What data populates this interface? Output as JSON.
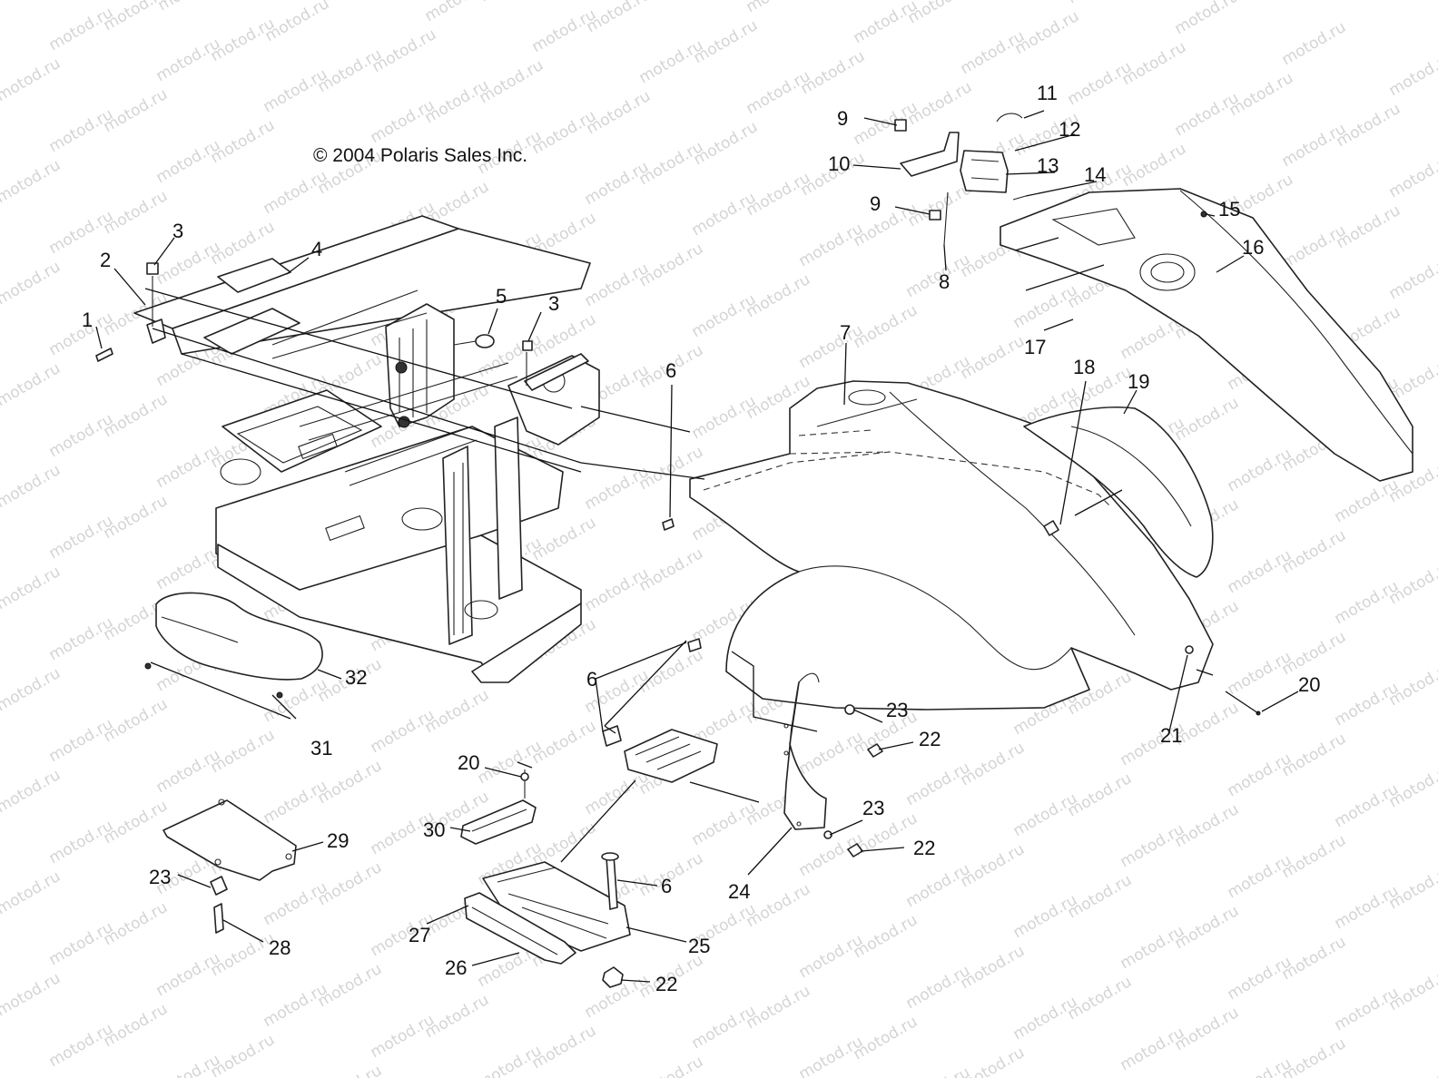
{
  "copyright": "© 2004 Polaris Sales Inc.",
  "watermark": "motod.ru",
  "callouts": {
    "c1": "1",
    "c2": "2",
    "c3a": "3",
    "c3b": "3",
    "c4": "4",
    "c5": "5",
    "c6a": "6",
    "c6b": "6",
    "c6c": "6",
    "c7": "7",
    "c8": "8",
    "c9a": "9",
    "c9b": "9",
    "c10": "10",
    "c11": "11",
    "c12": "12",
    "c13": "13",
    "c14": "14",
    "c15": "15",
    "c16": "16",
    "c17": "17",
    "c18": "18",
    "c19": "19",
    "c20a": "20",
    "c20b": "20",
    "c21": "21",
    "c22a": "22",
    "c22b": "22",
    "c22c": "22",
    "c23a": "23",
    "c23b": "23",
    "c23c": "23",
    "c24": "24",
    "c25": "25",
    "c26": "26",
    "c27": "27",
    "c28": "28",
    "c29": "29",
    "c30": "30",
    "c31": "31",
    "c32": "32"
  }
}
